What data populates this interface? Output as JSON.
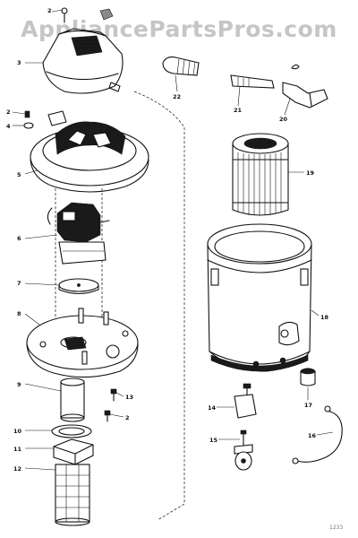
{
  "watermark": "AppliancePartsPros.com",
  "footer_code": "1233",
  "callouts": [
    "2",
    "3",
    "2",
    "4",
    "5",
    "6",
    "7",
    "8",
    "13",
    "2",
    "9",
    "10",
    "11",
    "12",
    "22",
    "21",
    "20",
    "19",
    "18",
    "17",
    "14",
    "15",
    "16"
  ]
}
